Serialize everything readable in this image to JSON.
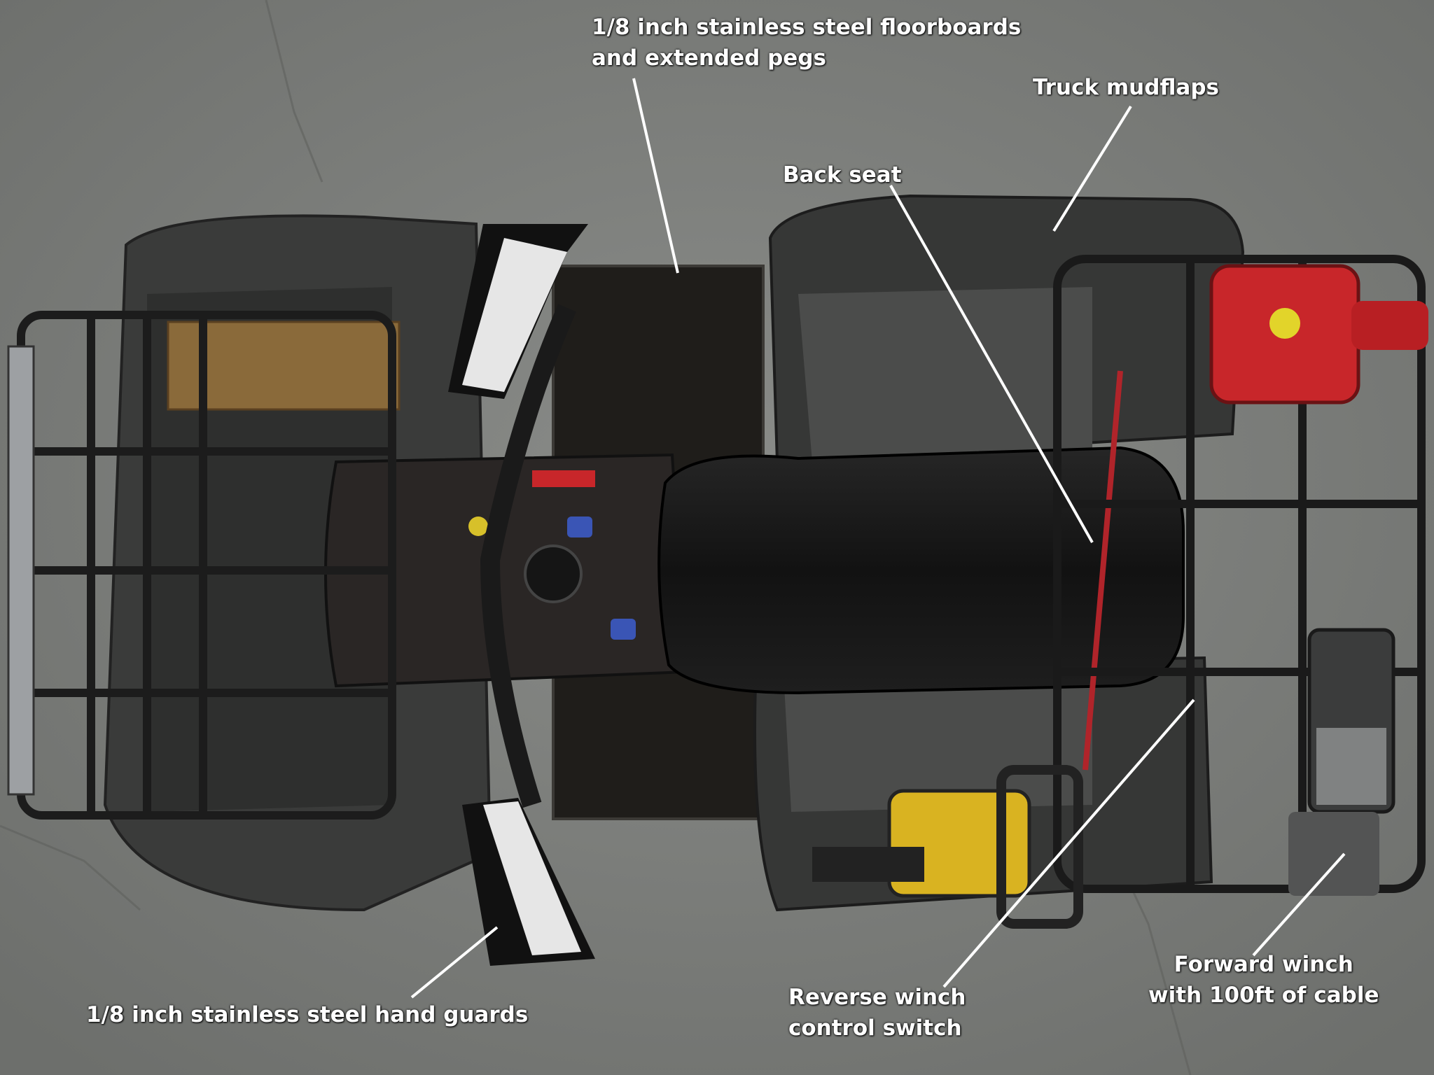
{
  "colors": {
    "floor": "#7d7f7c",
    "plastic": "#2f302f",
    "seat": "#161616",
    "rack": "#1c1c1c",
    "gas_can": "#c8262a",
    "chainsaw": "#d9b321",
    "guard_white": "#e6e6e6",
    "callout_text": "#ffffff"
  },
  "callouts": {
    "floorboards": {
      "line1": "1/8 inch stainless steel floorboards",
      "line2": "and extended pegs"
    },
    "mudflaps": {
      "line1": "Truck mudflaps"
    },
    "back_seat": {
      "line1": "Back seat"
    },
    "hand_guards": {
      "line1": "1/8 inch stainless steel hand guards"
    },
    "reverse_winch": {
      "line1": "Reverse winch",
      "line2": "control switch"
    },
    "forward_winch": {
      "line1": "Forward winch",
      "line2": "with 100ft of cable"
    }
  }
}
